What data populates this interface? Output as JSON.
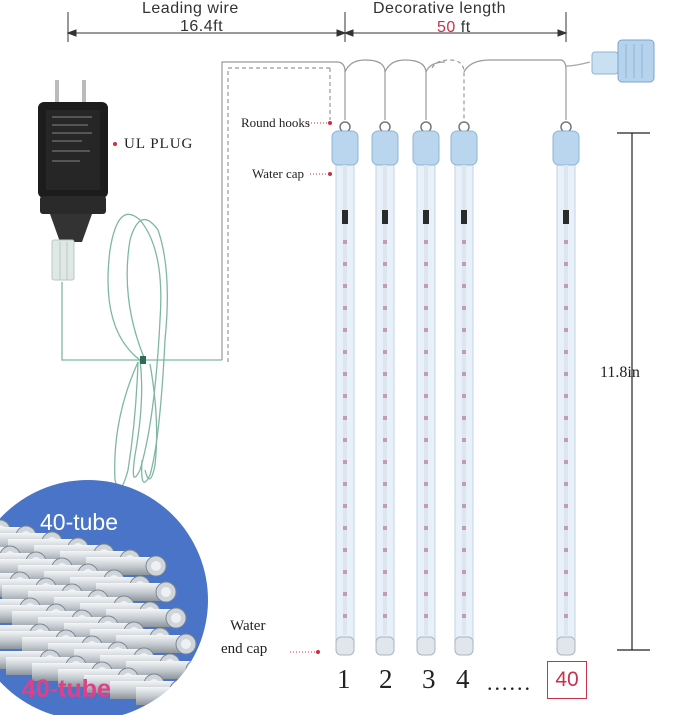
{
  "dimensions": {
    "leading_wire_label": "Leading wire",
    "leading_wire_value": "16.4ft",
    "decorative_length_label": "Decorative length",
    "decorative_length_number": "50",
    "decorative_length_unit": "ft",
    "tube_height": "11.8in"
  },
  "callouts": {
    "ul_plug": "UL PLUG",
    "round_hooks": "Round hooks",
    "water_cap": "Water cap",
    "water_end_cap_line1": "Water",
    "water_end_cap_line2": "end cap"
  },
  "tubes": {
    "labels": [
      "1",
      "2",
      "3",
      "4"
    ],
    "ellipsis": "......",
    "last_label": "40"
  },
  "inset": {
    "title": "40-tube",
    "badge": "40-tube"
  },
  "colors": {
    "accent_red": "#c8324a",
    "badge_pink": "#e0408a",
    "inset_blue": "#4a74c8",
    "tube_tint": "#e8f1fa",
    "cap_blue": "#b9d6ee",
    "wire_green": "#7fb7a4"
  }
}
